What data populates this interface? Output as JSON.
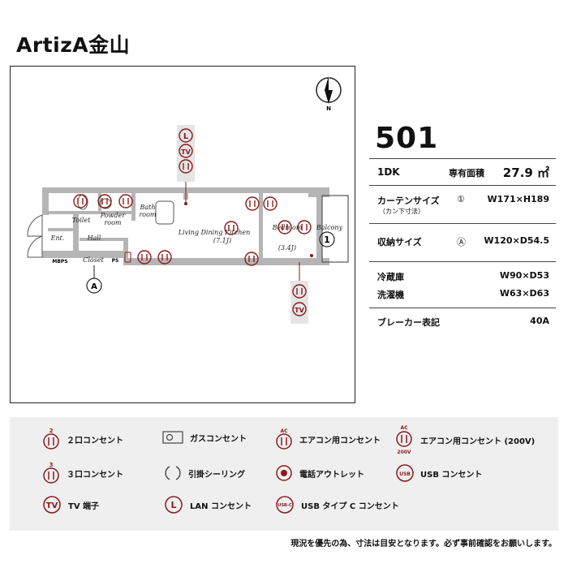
{
  "title": "ArtizA金山",
  "room_number": "501",
  "spec": {
    "type": "1DK",
    "area_label": "専有面積",
    "area_value": "27.9 ㎡",
    "curtain_label": "カーテンサイズ",
    "curtain_sub": "（カン下寸法）",
    "curtain_mark": "①",
    "curtain_value": "W171×H189",
    "storage_label": "収納サイズ",
    "storage_mark": "Ⓐ",
    "storage_value": "W120×D54.5",
    "fridge_label": "冷蔵庫",
    "fridge_value": "W90×D53",
    "washer_label": "洗濯機",
    "washer_value": "W63×D63",
    "breaker_label": "ブレーカー表記",
    "breaker_value": "40A"
  },
  "plan": {
    "compass": "N",
    "rooms": {
      "ldk": "Living Dining Kitchen",
      "ldk_size": "(7.1J)",
      "bedroom": "Bedroom",
      "bedroom_size": "(3.4J)",
      "balcony": "Balcony",
      "balcony_mark": "1",
      "toilet": "Toilet",
      "powder": "Powder",
      "powder2": "room",
      "bath": "Bath",
      "bath2": "room",
      "ent": "Ent.",
      "hall": "Hall",
      "mbps": "MBPS",
      "closet": "Closet",
      "ps": "PS",
      "closet_mark": "A"
    },
    "outlet_num": "2",
    "lan_mark": "L",
    "tv_mark": "TV"
  },
  "legend": [
    {
      "icon": "outlet-2",
      "label": "２口コンセント",
      "num": "2"
    },
    {
      "icon": "gas",
      "label": "ガスコンセント"
    },
    {
      "icon": "ac",
      "label": "エアコン用コンセント",
      "tag": "AC"
    },
    {
      "icon": "ac200",
      "label": "エアコン用コンセント (200V)",
      "tag": "AC",
      "tag2": "200V"
    },
    {
      "icon": "outlet-3",
      "label": "３口コンセント",
      "num": "3"
    },
    {
      "icon": "ceiling",
      "label": "引掛シーリング"
    },
    {
      "icon": "phone",
      "label": "電話アウトレット"
    },
    {
      "icon": "usb",
      "label": "USB コンセント",
      "tag": "USB"
    },
    {
      "icon": "tv",
      "label": "TV 端子",
      "tag": "TV"
    },
    {
      "icon": "lan",
      "label": "LAN コンセント",
      "tag": "L"
    },
    {
      "icon": "usbc",
      "label": "USB タイプ C コンセント",
      "tag": "USB-C"
    }
  ],
  "footnote": "現況を優先の為、寸法は目安となります。必ず事前確認をお願いします。",
  "colors": {
    "accent": "#8b1a1a",
    "wall": "#b5b5b5",
    "legend_bg": "#efefef"
  }
}
